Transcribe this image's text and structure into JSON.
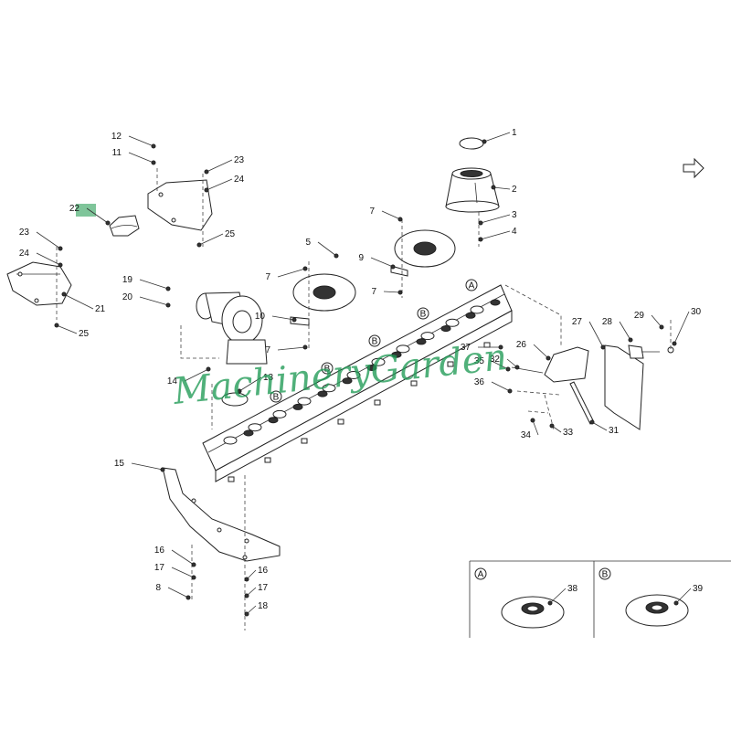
{
  "diagram": {
    "watermark": "MachineryGarden",
    "highlighted_callout": "22",
    "callouts": [
      "1",
      "2",
      "3",
      "4",
      "5",
      "7",
      "7",
      "7",
      "7",
      "8",
      "9",
      "10",
      "11",
      "12",
      "13",
      "14",
      "15",
      "16",
      "16",
      "17",
      "17",
      "18",
      "19",
      "20",
      "21",
      "22",
      "23",
      "23",
      "24",
      "24",
      "25",
      "25",
      "26",
      "27",
      "28",
      "29",
      "30",
      "31",
      "32",
      "33",
      "34",
      "35",
      "36",
      "37",
      "38",
      "39"
    ],
    "reference_marks": [
      "A",
      "B"
    ],
    "detail_boxes": [
      {
        "mark": "A",
        "part": "38"
      },
      {
        "mark": "B",
        "part": "39"
      }
    ]
  },
  "colors": {
    "watermark": "#1f9a55",
    "highlight": "#7fc59a",
    "line": "#222222"
  }
}
